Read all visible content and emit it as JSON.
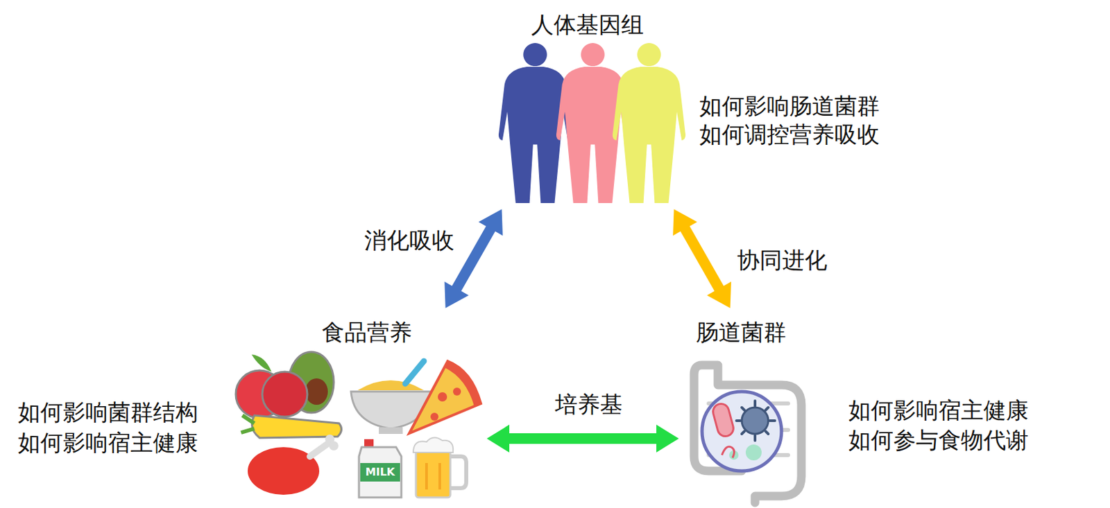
{
  "diagram": {
    "nodes": [
      {
        "text": [
          "人体基因组",
          "如何影响肠道菌群",
          "如何调控营养吸收"
        ]
      },
      {
        "text": [
          "食品营养",
          "如何影响菌群结构",
          "如何影响宿主健康"
        ]
      },
      {
        "text": [
          "肠道菌群",
          "如何影响宿主健康",
          "如何参与食物代谢"
        ]
      }
    ],
    "edges": [
      {
        "from": 0,
        "to": 1,
        "label": "消化吸收",
        "arrow": "both"
      },
      {
        "from": 0,
        "to": 2,
        "label": "协同进化",
        "arrow": "both"
      },
      {
        "from": 1,
        "to": 2,
        "label": "培养基",
        "arrow": "both"
      }
    ],
    "labels": [
      "MILK"
    ]
  }
}
